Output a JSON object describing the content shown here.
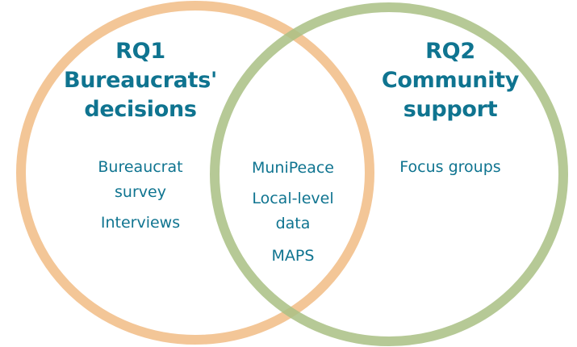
{
  "colors": {
    "left_circle": "#f2c391",
    "right_circle": "#b2c68d",
    "text": "#0f7490"
  },
  "left": {
    "heading": [
      "RQ1",
      "Bureaucrats'",
      "decisions"
    ],
    "items": [
      "Bureaucrat",
      "survey",
      "Interviews"
    ]
  },
  "right": {
    "heading": [
      "RQ2",
      "Community",
      "support"
    ],
    "items": [
      "Focus groups"
    ]
  },
  "overlap": {
    "items": [
      "MuniPeace",
      "Local-level",
      "data",
      "MAPS"
    ]
  }
}
